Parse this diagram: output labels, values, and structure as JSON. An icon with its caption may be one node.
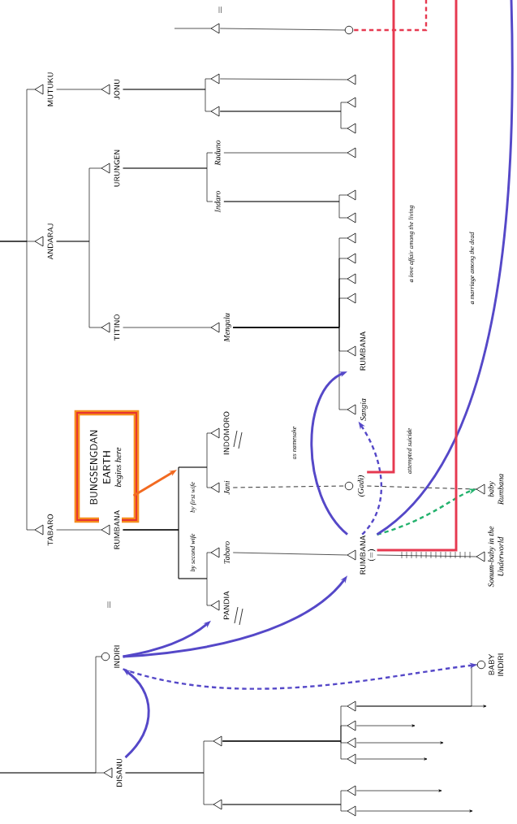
{
  "diagram": {
    "nodes": [
      {
        "text": [
          "MUTUKU"
        ]
      },
      {
        "text": [
          "ANDARAJ"
        ]
      },
      {
        "text": [
          "TABARO"
        ]
      },
      {
        "text": [
          "JONU"
        ]
      },
      {
        "text": [
          "URUNGEN"
        ]
      },
      {
        "text": [
          "TITINO"
        ]
      },
      {
        "text": [
          "RUMBANA"
        ]
      },
      {
        "text": [
          "BUNGSENGDAN EARTH",
          "begins here"
        ]
      },
      {
        "text": [
          "INDIRI"
        ]
      },
      {
        "text": [
          "DISANU"
        ]
      },
      {
        "text": [],
        "shape": "triangle"
      },
      {
        "text": [],
        "shape": "triangle"
      },
      {
        "text": [],
        "shape": "triangle"
      },
      {
        "text": [
          "Raduno"
        ]
      },
      {
        "text": [
          "Indaro"
        ]
      },
      {
        "text": [
          "Mengalu"
        ]
      },
      {
        "text": [
          "INDOMORO"
        ]
      },
      {
        "text": [
          "Jani"
        ]
      },
      {
        "text": [
          "Tabaro"
        ]
      },
      {
        "text": [
          "PANDIA"
        ]
      },
      {
        "text": [],
        "shape": "triangle"
      },
      {
        "text": [],
        "shape": "triangle"
      },
      {
        "text": [],
        "shape": "circle"
      },
      {
        "text": [],
        "shape": "triangle"
      },
      {
        "text": [],
        "shape": "triangle"
      },
      {
        "text": [],
        "shape": "triangle"
      },
      {
        "text": [],
        "shape": "triangle"
      },
      {
        "text": [],
        "shape": "triangle"
      },
      {
        "text": [],
        "shape": "triangle"
      },
      {
        "text": [],
        "shape": "triangle"
      },
      {
        "text": [],
        "shape": "triangle"
      },
      {
        "text": [],
        "shape": "triangle"
      },
      {
        "text": [],
        "shape": "triangle"
      },
      {
        "text": [
          "RUMBANA"
        ]
      },
      {
        "text": [
          "Sangia"
        ]
      },
      {
        "text": [
          "(Gadi)"
        ]
      },
      {
        "text": [
          "RUMBANA",
          "(=)"
        ]
      },
      {
        "text": [
          "baby Rumbana"
        ]
      },
      {
        "text": [
          "Sonum-baby in the Underworld"
        ]
      },
      {
        "text": [
          "BABY INDIRI"
        ]
      },
      {
        "text": [],
        "shape": "triangle"
      },
      {
        "text": [],
        "shape": "triangle"
      },
      {
        "text": [],
        "shape": "triangle"
      },
      {
        "text": [],
        "shape": "triangle"
      },
      {
        "text": [],
        "shape": "triangle"
      },
      {
        "text": [],
        "shape": "triangle"
      }
    ],
    "edges": [
      {
        "from": null,
        "to": 0,
        "arrow": "none"
      },
      {
        "from": null,
        "to": 1,
        "arrow": "none"
      },
      {
        "from": null,
        "to": 2,
        "arrow": "none"
      },
      {
        "from": 0,
        "to": 3,
        "arrow": "none"
      },
      {
        "from": 1,
        "to": 4,
        "arrow": "none"
      },
      {
        "from": 1,
        "to": 5,
        "arrow": "none"
      },
      {
        "from": 2,
        "to": 6,
        "arrow": "none"
      },
      {
        "from": null,
        "to": 8,
        "arrow": "none"
      },
      {
        "from": null,
        "to": 9,
        "arrow": "none"
      },
      {
        "from": 3,
        "to": 11,
        "arrow": "none"
      },
      {
        "from": 3,
        "to": 12,
        "arrow": "none"
      },
      {
        "from": 4,
        "to": 13,
        "arrow": "none"
      },
      {
        "from": 4,
        "to": 14,
        "arrow": "none"
      },
      {
        "from": 5,
        "to": 15,
        "arrow": "none"
      },
      {
        "from": 6,
        "to": 16,
        "arrow": "none"
      },
      {
        "from": 6,
        "to": 17,
        "arrow": "none"
      },
      {
        "from": 6,
        "to": 18,
        "arrow": "none"
      },
      {
        "from": 6,
        "to": 19,
        "arrow": "none"
      },
      {
        "from": 9,
        "to": 20,
        "arrow": "none"
      },
      {
        "from": 9,
        "to": 21,
        "arrow": "none"
      },
      {
        "from": null,
        "to": 10,
        "arrow": "none"
      },
      {
        "from": 10,
        "to": 22,
        "arrow": "none"
      },
      {
        "from": 11,
        "to": 23,
        "arrow": "none"
      },
      {
        "from": 12,
        "to": 24,
        "arrow": "none"
      },
      {
        "from": 12,
        "to": 25,
        "arrow": "none"
      },
      {
        "from": 13,
        "to": 26,
        "arrow": "none"
      },
      {
        "from": 14,
        "to": 27,
        "arrow": "none"
      },
      {
        "from": 14,
        "to": 28,
        "arrow": "none"
      },
      {
        "from": 15,
        "to": 29,
        "arrow": "none"
      },
      {
        "from": 15,
        "to": 30,
        "arrow": "none"
      },
      {
        "from": 15,
        "to": 31,
        "arrow": "none"
      },
      {
        "from": 15,
        "to": 32,
        "arrow": "none"
      },
      {
        "from": 15,
        "to": 33,
        "arrow": "none"
      },
      {
        "from": 15,
        "to": 34,
        "arrow": "none"
      },
      {
        "from": 17,
        "to": 35,
        "arrow": "none",
        "style": "dashed"
      },
      {
        "from": 35,
        "to": 37,
        "arrow": "none",
        "style": "dashed"
      },
      {
        "from": 18,
        "to": 36,
        "arrow": "none"
      },
      {
        "from": 36,
        "to": 38,
        "arrow": "none"
      },
      {
        "from": 20,
        "to": 40,
        "arrow": "none"
      },
      {
        "from": 20,
        "to": 41,
        "arrow": "none"
      },
      {
        "from": 20,
        "to": 42,
        "arrow": "none"
      },
      {
        "from": 20,
        "to": 43,
        "arrow": "none"
      },
      {
        "from": 21,
        "to": 44,
        "arrow": "none"
      },
      {
        "from": 21,
        "to": 45,
        "arrow": "none"
      },
      {
        "from": 40,
        "to": 39,
        "arrow": "none"
      },
      {
        "from": 40,
        "to": null,
        "arrow": "to"
      },
      {
        "from": 41,
        "to": null,
        "arrow": "to"
      },
      {
        "from": 42,
        "to": null,
        "arrow": "to"
      },
      {
        "from": 43,
        "to": null,
        "arrow": "to"
      },
      {
        "from": 44,
        "to": null,
        "arrow": "to"
      },
      {
        "from": 45,
        "to": null,
        "arrow": "to"
      },
      {
        "from": 9,
        "to": 8,
        "arrow": "to",
        "style": "thick",
        "color": "#5548c8"
      },
      {
        "from": 8,
        "to": 19,
        "arrow": "to",
        "style": "thick",
        "color": "#5548c8"
      },
      {
        "from": 8,
        "to": 36,
        "arrow": "to",
        "style": "thick",
        "color": "#5548c8"
      },
      {
        "from": 8,
        "to": 39,
        "arrow": "to",
        "style": "dashed",
        "color": "#5548c8"
      },
      {
        "from": 36,
        "to": 33,
        "arrow": "to",
        "label": "as namesake",
        "style": "thick",
        "color": "#5548c8"
      },
      {
        "from": 36,
        "to": 34,
        "arrow": "to",
        "label": "attempted suicide",
        "style": "dashed",
        "color": "#5548c8"
      },
      {
        "from": 36,
        "to": 37,
        "arrow": "to",
        "style": "dashed",
        "color": "#23b26d"
      },
      {
        "from": 36,
        "to": null,
        "arrow": "none",
        "style": "thick",
        "color": "#5548c8"
      },
      {
        "from": 7,
        "to": null,
        "arrow": "to",
        "style": "thick",
        "color": "#f26a21"
      },
      {
        "from": 35,
        "to": null,
        "arrow": "none",
        "label": "a love affair among the living",
        "style": "thick",
        "color": "#e63950"
      },
      {
        "from": 36,
        "to": null,
        "arrow": "none",
        "label": "a marriage among the dead",
        "style": "thick",
        "color": "#e63950"
      },
      {
        "from": 22,
        "to": null,
        "arrow": "none",
        "style": "dashed",
        "color": "#e63950"
      }
    ],
    "labels": [
      "=",
      "=",
      "by first wife",
      "by second wife"
    ]
  }
}
